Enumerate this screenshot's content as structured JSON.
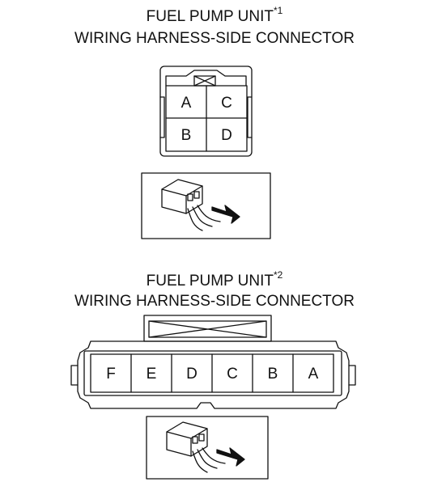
{
  "connector1": {
    "title_line1": "FUEL PUMP UNIT",
    "title_superscript": "*1",
    "title_line2": "WIRING HARNESS-SIDE CONNECTOR",
    "terminals": [
      "A",
      "C",
      "B",
      "D"
    ]
  },
  "connector2": {
    "title_line1": "FUEL PUMP UNIT",
    "title_superscript": "*2",
    "title_line2": "WIRING HARNESS-SIDE CONNECTOR",
    "terminals": [
      "F",
      "E",
      "D",
      "C",
      "B",
      "A"
    ]
  },
  "colors": {
    "line": "#111111",
    "background": "#ffffff"
  },
  "icons": [
    "connector-view-direction-icon"
  ]
}
